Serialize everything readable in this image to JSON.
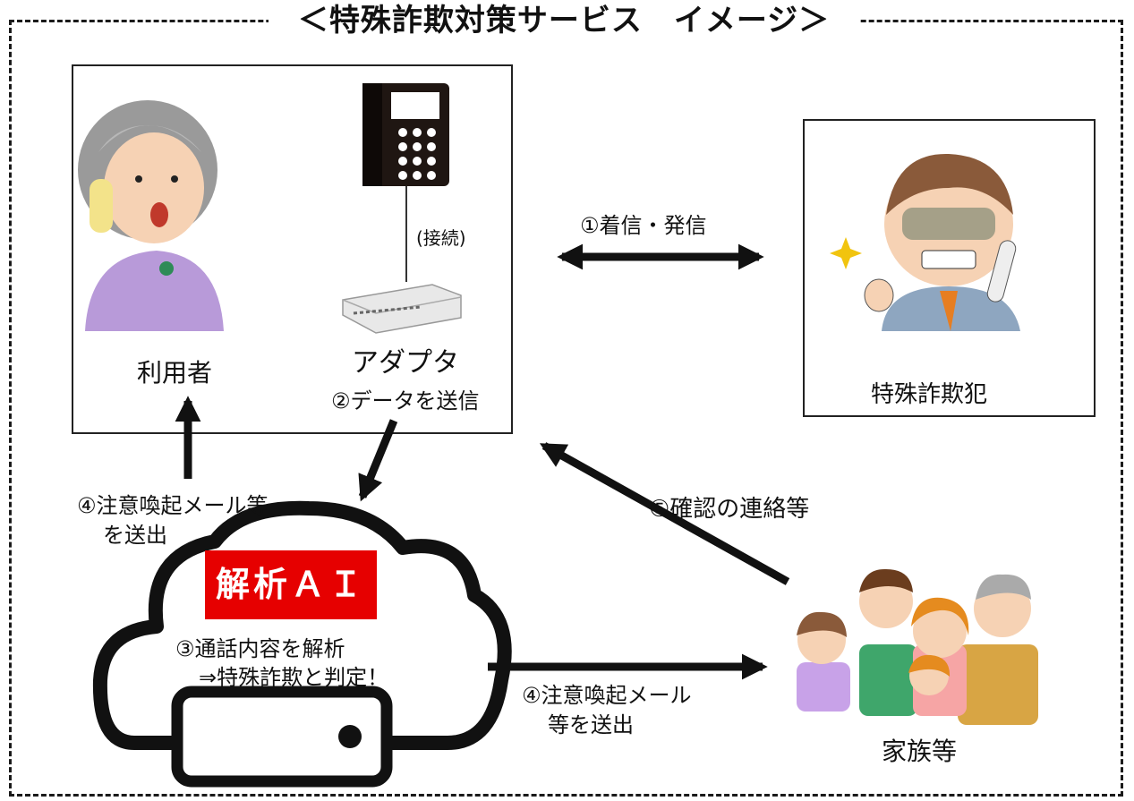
{
  "title": "＜特殊詐欺対策サービス　イメージ＞",
  "user": {
    "label": "利用者"
  },
  "adapter": {
    "connection_label": "(接続)",
    "label": "アダプタ",
    "step2": "②データを送信"
  },
  "criminal": {
    "label": "特殊詐欺犯"
  },
  "arrows": {
    "step1": "①着信・発信",
    "step4_user_line1": "④注意喚起メール等",
    "step4_user_line2": "を送出",
    "step4_family_line1": "④注意喚起メール",
    "step4_family_line2": "等を送出",
    "step5": "⑤確認の連絡等"
  },
  "cloud": {
    "badge": "解析ＡＩ",
    "step3_line1": "③通話内容を解析",
    "step3_line2": "⇒特殊詐欺と判定！"
  },
  "family": {
    "label": "家族等"
  },
  "colors": {
    "badge": "#e60000",
    "line": "#111111"
  }
}
